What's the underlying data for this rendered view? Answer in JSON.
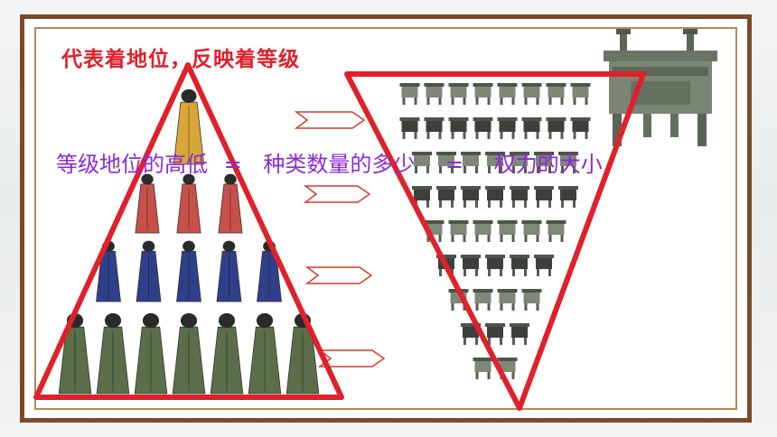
{
  "slide": {
    "title": "代表着地位，反映着等级",
    "formula": {
      "rank": "等级地位的高低",
      "eq1": "=",
      "types": "种类数量的多少",
      "eq2": "=",
      "power": "权力的大小"
    }
  },
  "colors": {
    "frame": "#7a4a2a",
    "frame_inner": "#b2885c",
    "title": "#e0202a",
    "triangle": "#e0202a",
    "formula": "#8a2bd8",
    "bronze": "#6e786a"
  },
  "pyramid": {
    "rows": [
      {
        "figures": 1,
        "robe": "#d9a63a"
      },
      {
        "figures": 3,
        "robe": "#c8504a"
      },
      {
        "figures": 5,
        "robe": "#2f3f8a"
      },
      {
        "figures": 7,
        "robe": "#5b6e4a"
      }
    ]
  },
  "inverted_pyramid": {
    "rows": [
      8,
      8,
      7,
      7,
      6,
      5,
      4,
      3,
      2
    ]
  }
}
